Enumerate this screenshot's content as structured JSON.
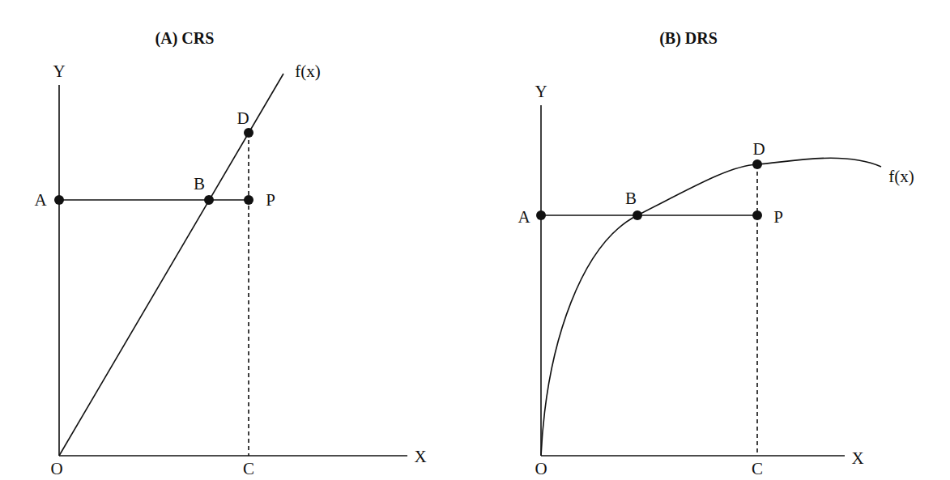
{
  "diagram": {
    "labels": [
      "(A) CRS",
      "(B) DRS",
      "Y",
      "D",
      "f(x)",
      "A",
      "B",
      "P",
      "O",
      "C",
      "X",
      "Y",
      "D",
      "f(x)",
      "A",
      "B",
      "P",
      "O",
      "C",
      "X"
    ]
  }
}
